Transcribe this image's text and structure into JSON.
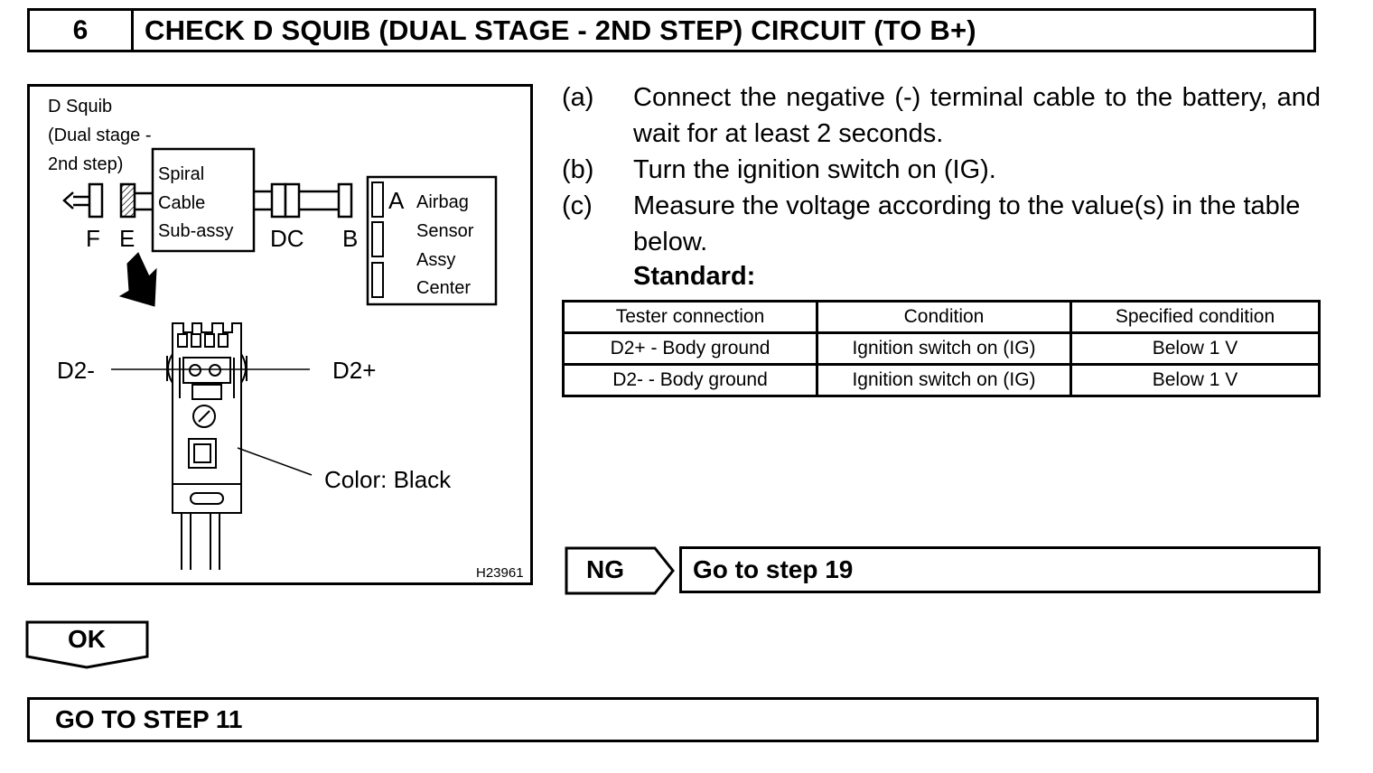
{
  "header": {
    "step_number": "6",
    "title": "CHECK D SQUIB (DUAL STAGE - 2ND STEP) CIRCUIT (TO B+)"
  },
  "figure": {
    "squib_label_1": "D Squib",
    "squib_label_2": "(Dual stage -",
    "squib_label_3": "2nd step)",
    "spiral_label_1": "Spiral",
    "spiral_label_2": "Cable",
    "spiral_label_3": "Sub-assy",
    "terminal_f": "F",
    "terminal_e": "E",
    "terminal_dc": "DC",
    "terminal_b": "B",
    "terminal_a": "A",
    "airbag_label_1": "Airbag",
    "airbag_label_2": "Sensor",
    "airbag_label_3": "Assy",
    "airbag_label_4": "Center",
    "pin_left": "D2-",
    "pin_right": "D2+",
    "color_label": "Color: Black",
    "figure_code": "H23961"
  },
  "instructions": [
    {
      "letter": "(a)",
      "text": "Connect the negative (-) terminal cable to the battery, and wait for at least 2 seconds."
    },
    {
      "letter": "(b)",
      "text": "Turn the ignition switch on (IG)."
    },
    {
      "letter": "(c)",
      "text": "Measure the voltage according to the value(s) in the table below."
    }
  ],
  "standard_label": "Standard:",
  "table": {
    "headers": [
      "Tester connection",
      "Condition",
      "Specified condition"
    ],
    "rows": [
      [
        "D2+ - Body ground",
        "Ignition switch on (IG)",
        "Below 1 V"
      ],
      [
        "D2- - Body ground",
        "Ignition switch on (IG)",
        "Below 1 V"
      ]
    ]
  },
  "ng": {
    "label": "NG",
    "action": "Go to step 19"
  },
  "ok": {
    "label": "OK",
    "action": "GO TO STEP 11"
  }
}
